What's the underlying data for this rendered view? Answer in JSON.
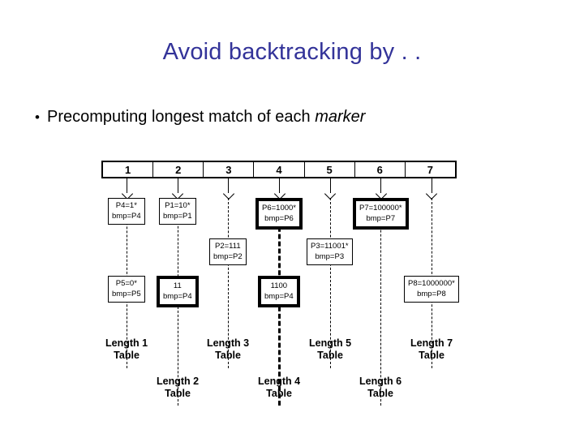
{
  "slide": {
    "title": "Avoid backtracking by . .",
    "bullet_marker": "•",
    "bullet_text_before": "Precomputing longest match of each ",
    "bullet_text_italic": "marker",
    "title_color": "#333399",
    "text_color": "#000000"
  },
  "diagram": {
    "header_cells": [
      "1",
      "2",
      "3",
      "4",
      "5",
      "6",
      "7"
    ],
    "boxes": [
      {
        "name": "box-p4",
        "line1": "P4=1*",
        "line2": "bmp=P4",
        "column": 1,
        "row": 1,
        "bold": false
      },
      {
        "name": "box-p1",
        "line1": "P1=10*",
        "line2": "bmp=P1",
        "column": 2,
        "row": 1,
        "bold": false
      },
      {
        "name": "box-p6",
        "line1": "P6=1000*",
        "line2": "bmp=P6",
        "column": 4,
        "row": 1,
        "bold": true
      },
      {
        "name": "box-p7",
        "line1": "P7=100000*",
        "line2": "bmp=P7",
        "column": 6,
        "row": 1,
        "bold": true
      },
      {
        "name": "box-p2",
        "line1": "P2=111",
        "line2": "bmp=P2",
        "column": 3,
        "row": 2,
        "bold": false
      },
      {
        "name": "box-p3",
        "line1": "P3=11001*",
        "line2": "bmp=P3",
        "column": 5,
        "row": 2,
        "bold": false
      },
      {
        "name": "box-p5",
        "line1": "P5=0*",
        "line2": "bmp=P5",
        "column": 1,
        "row": 3,
        "bold": false
      },
      {
        "name": "box-11",
        "line1": "11",
        "line2": "bmp=P4",
        "column": 2,
        "row": 3,
        "bold": true
      },
      {
        "name": "box-1100",
        "line1": "1100",
        "line2": "bmp=P4",
        "column": 4,
        "row": 3,
        "bold": true
      },
      {
        "name": "box-p8",
        "line1": "P8=1000000*",
        "line2": "bmp=P8",
        "column": 7,
        "row": 3,
        "bold": false
      }
    ],
    "captions": [
      {
        "name": "caption-length-1",
        "text": "Length 1\nTable",
        "column": 1,
        "tier": "upper"
      },
      {
        "name": "caption-length-2",
        "text": "Length 2\nTable",
        "column": 2,
        "tier": "lower"
      },
      {
        "name": "caption-length-3",
        "text": "Length 3\nTable",
        "column": 3,
        "tier": "upper"
      },
      {
        "name": "caption-length-4",
        "text": "Length 4\nTable",
        "column": 4,
        "tier": "lower"
      },
      {
        "name": "caption-length-5",
        "text": "Length 5\nTable",
        "column": 5,
        "tier": "upper"
      },
      {
        "name": "caption-length-6",
        "text": "Length 6\nTable",
        "column": 6,
        "tier": "lower"
      },
      {
        "name": "caption-length-7",
        "text": "Length 7\nTable",
        "column": 7,
        "tier": "upper"
      }
    ]
  }
}
